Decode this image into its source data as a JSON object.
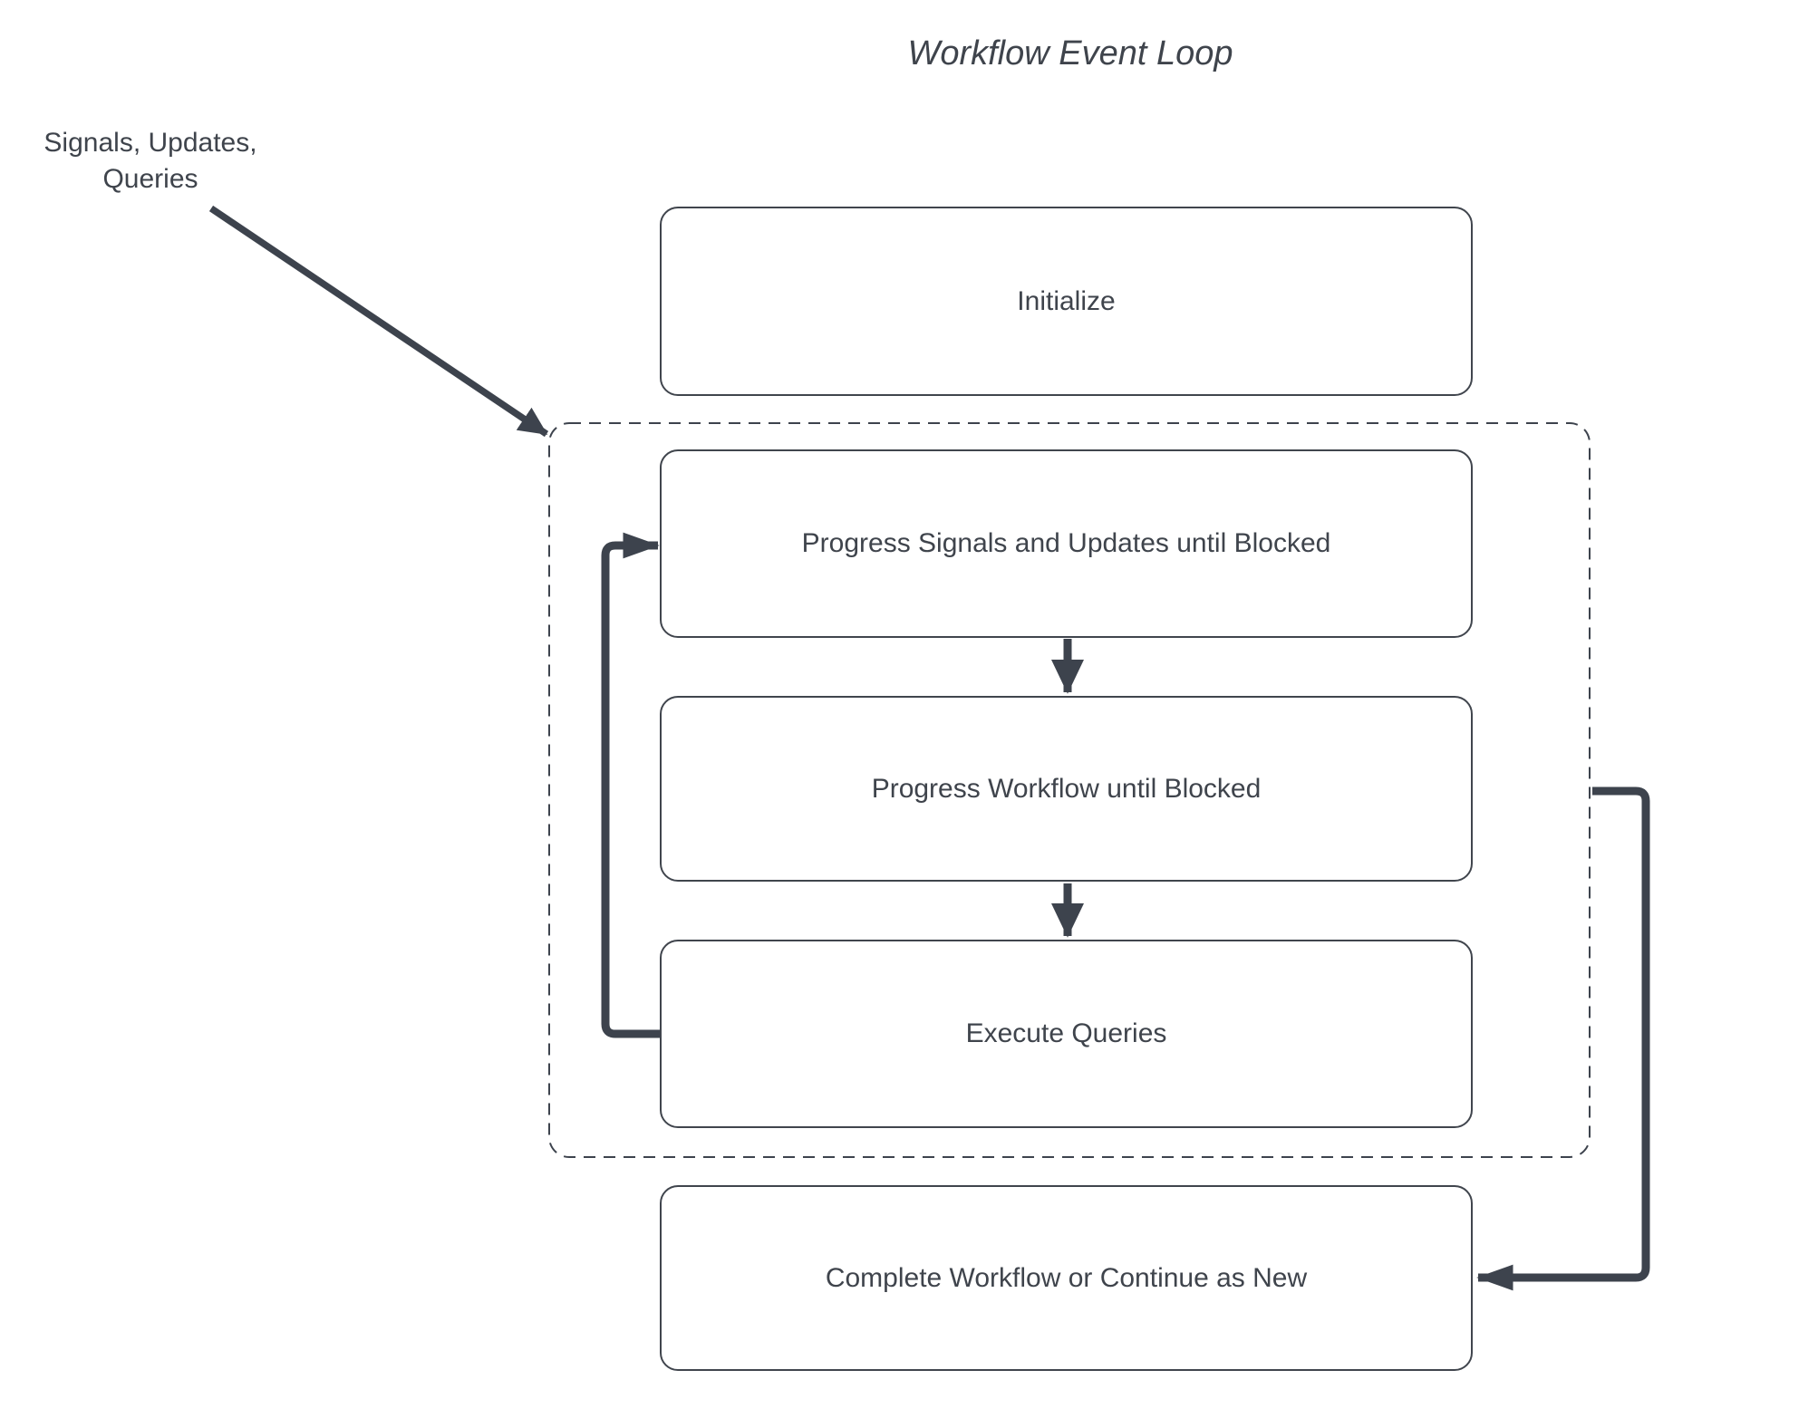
{
  "title": "Workflow Event Loop",
  "annotation": {
    "line1": "Signals, Updates,",
    "line2": "Queries"
  },
  "nodes": [
    {
      "id": "initialize",
      "label": "Initialize"
    },
    {
      "id": "progress-signals-updates",
      "label": "Progress Signals and Updates until Blocked"
    },
    {
      "id": "progress-workflow",
      "label": "Progress Workflow until Blocked"
    },
    {
      "id": "execute-queries",
      "label": "Execute Queries"
    },
    {
      "id": "complete-or-continue",
      "label": "Complete Workflow or Continue as New"
    }
  ],
  "edges": [
    {
      "from": "signals-updates-queries-annotation",
      "to": "event-loop-boundary",
      "style": "diagonal-arrow"
    },
    {
      "from": "progress-signals-updates",
      "to": "progress-workflow",
      "style": "down-arrow"
    },
    {
      "from": "progress-workflow",
      "to": "execute-queries",
      "style": "down-arrow"
    },
    {
      "from": "execute-queries",
      "to": "progress-signals-updates",
      "style": "left-loop-arrow"
    },
    {
      "from": "event-loop-boundary",
      "to": "complete-or-continue",
      "style": "right-loop-arrow"
    }
  ],
  "colors": {
    "line": "#3d434d",
    "box_border": "#40454d",
    "text": "#3f444c",
    "background": "#ffffff"
  }
}
